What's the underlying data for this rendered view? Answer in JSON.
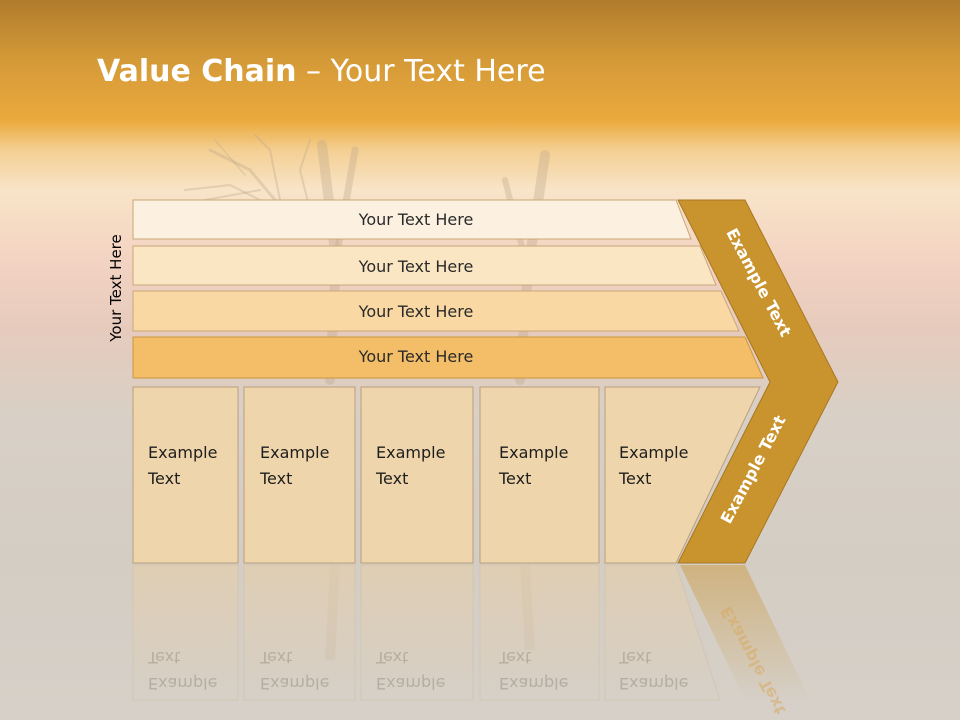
{
  "slide": {
    "title_bold": "Value Chain",
    "title_rest": " – Your Text Here",
    "vertical_label": "Your Text Here"
  },
  "bands": [
    {
      "label": "Your Text Here"
    },
    {
      "label": "Your Text Here"
    },
    {
      "label": "Your Text Here"
    },
    {
      "label": "Your Text Here"
    }
  ],
  "columns": [
    {
      "line1": "Example",
      "line2": "Text"
    },
    {
      "line1": "Example",
      "line2": "Text"
    },
    {
      "line1": "Example",
      "line2": "Text"
    },
    {
      "line1": "Example",
      "line2": "Text"
    },
    {
      "line1": "Example",
      "line2": "Text"
    }
  ],
  "chevron": {
    "upper_label": "Example Text",
    "lower_label": "Example Text"
  },
  "colors": {
    "band1": "#fcf1e1",
    "band2": "#fbe6c4",
    "band3": "#f9d8a4",
    "band4": "#f4bd68",
    "cell": "#eed5ab",
    "chevron": "#c9932d"
  }
}
